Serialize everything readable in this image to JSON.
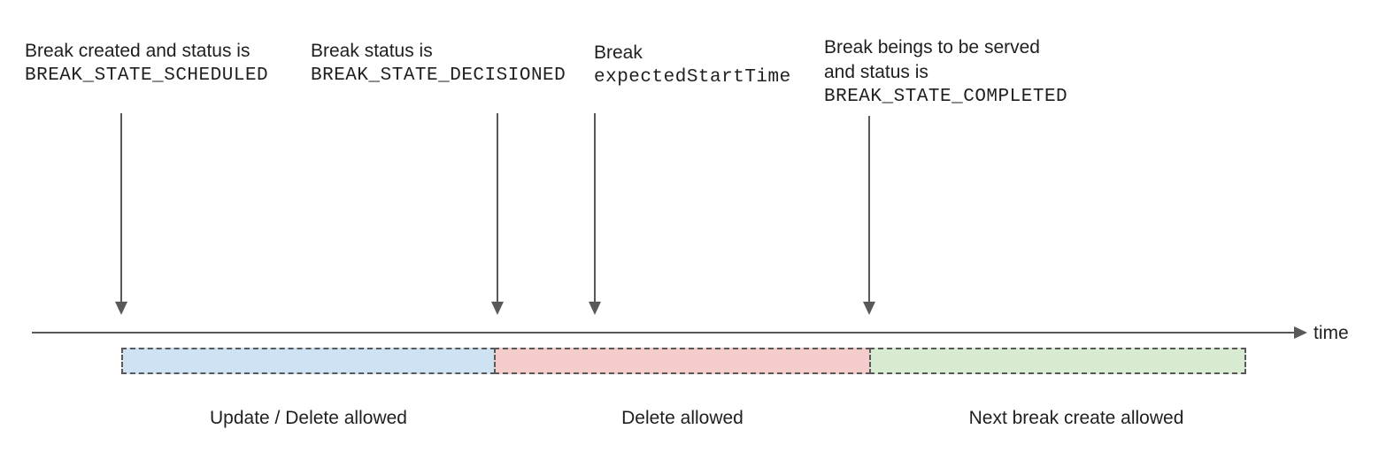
{
  "diagram": {
    "title_implicit": "Break lifecycle timeline",
    "annotations": [
      {
        "text": "Break created and status is",
        "code": "BREAK_STATE_SCHEDULED"
      },
      {
        "text": "Break status is",
        "code": "BREAK_STATE_DECISIONED"
      },
      {
        "text": "Break",
        "code": "expectedStartTime"
      },
      {
        "text": "Break beings to be served",
        "text2": "and status is",
        "code": "BREAK_STATE_COMPLETED"
      }
    ],
    "timeline": {
      "axis_label": "time"
    },
    "segments": [
      {
        "label": "Update / Delete allowed",
        "fill": "#cfe2f3"
      },
      {
        "label": "Delete allowed",
        "fill": "#f4cccc"
      },
      {
        "label": "Next break create allowed",
        "fill": "#d9ead3"
      }
    ],
    "colors": {
      "line": "#595959",
      "border": "#595959",
      "text": "#1f1f1f"
    }
  }
}
